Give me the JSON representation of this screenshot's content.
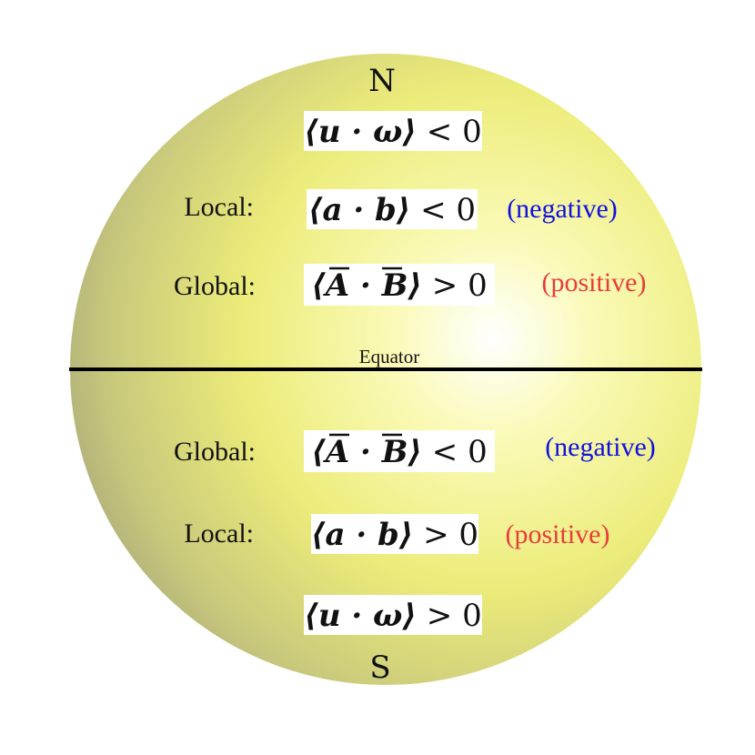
{
  "diagram": {
    "north_label": "N",
    "south_label": "S",
    "equator_label": "Equator",
    "colors": {
      "negative": "#1010e0",
      "positive": "#e83b3b",
      "sphere_highlight": "#ffffff",
      "sphere_mid": "#ecec78",
      "sphere_shadow": "#a8a878"
    },
    "north": {
      "helicity": {
        "lhs": "⟨u · ω⟩",
        "op": "< 0"
      },
      "local": {
        "label": "Local:",
        "lhs": "⟨a · b⟩",
        "op": "< 0",
        "note": "(negative)"
      },
      "global": {
        "label": "Global:",
        "lhs": "⟨A · B⟩",
        "op": "> 0",
        "note": "(positive)"
      }
    },
    "south": {
      "global": {
        "label": "Global:",
        "lhs": "⟨A · B⟩",
        "op": "< 0",
        "note": "(negative)"
      },
      "local": {
        "label": "Local:",
        "lhs": "⟨a · b⟩",
        "op": "> 0",
        "note": "(positive)"
      },
      "helicity": {
        "lhs": "⟨u · ω⟩",
        "op": "> 0"
      }
    }
  }
}
